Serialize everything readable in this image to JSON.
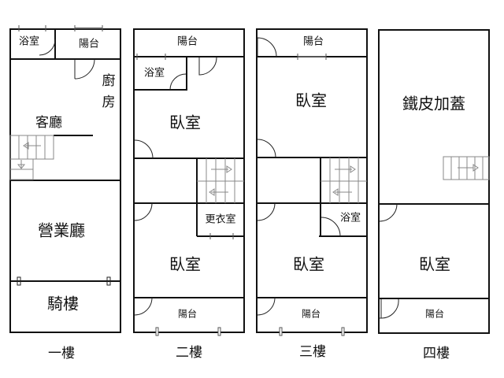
{
  "floors": [
    {
      "name": "一樓",
      "rooms": {
        "bath": "浴室",
        "balcony": "陽台",
        "kitchen_1": "廚",
        "kitchen_2": "房",
        "living": "客廳",
        "business": "營業廳",
        "arcade": "騎樓"
      }
    },
    {
      "name": "二樓",
      "rooms": {
        "balcony_top": "陽台",
        "bath": "浴室",
        "bedroom_1": "臥室",
        "closet": "更衣室",
        "bedroom_2": "臥室",
        "balcony_bottom": "陽台"
      }
    },
    {
      "name": "三樓",
      "rooms": {
        "balcony_top": "陽台",
        "bedroom_1": "臥室",
        "bath": "浴室",
        "bedroom_2": "臥室",
        "balcony_bottom": "陽台"
      }
    },
    {
      "name": "四樓",
      "rooms": {
        "rooftop": "鐵皮加蓋",
        "bedroom": "臥室",
        "balcony": "陽台"
      }
    }
  ]
}
